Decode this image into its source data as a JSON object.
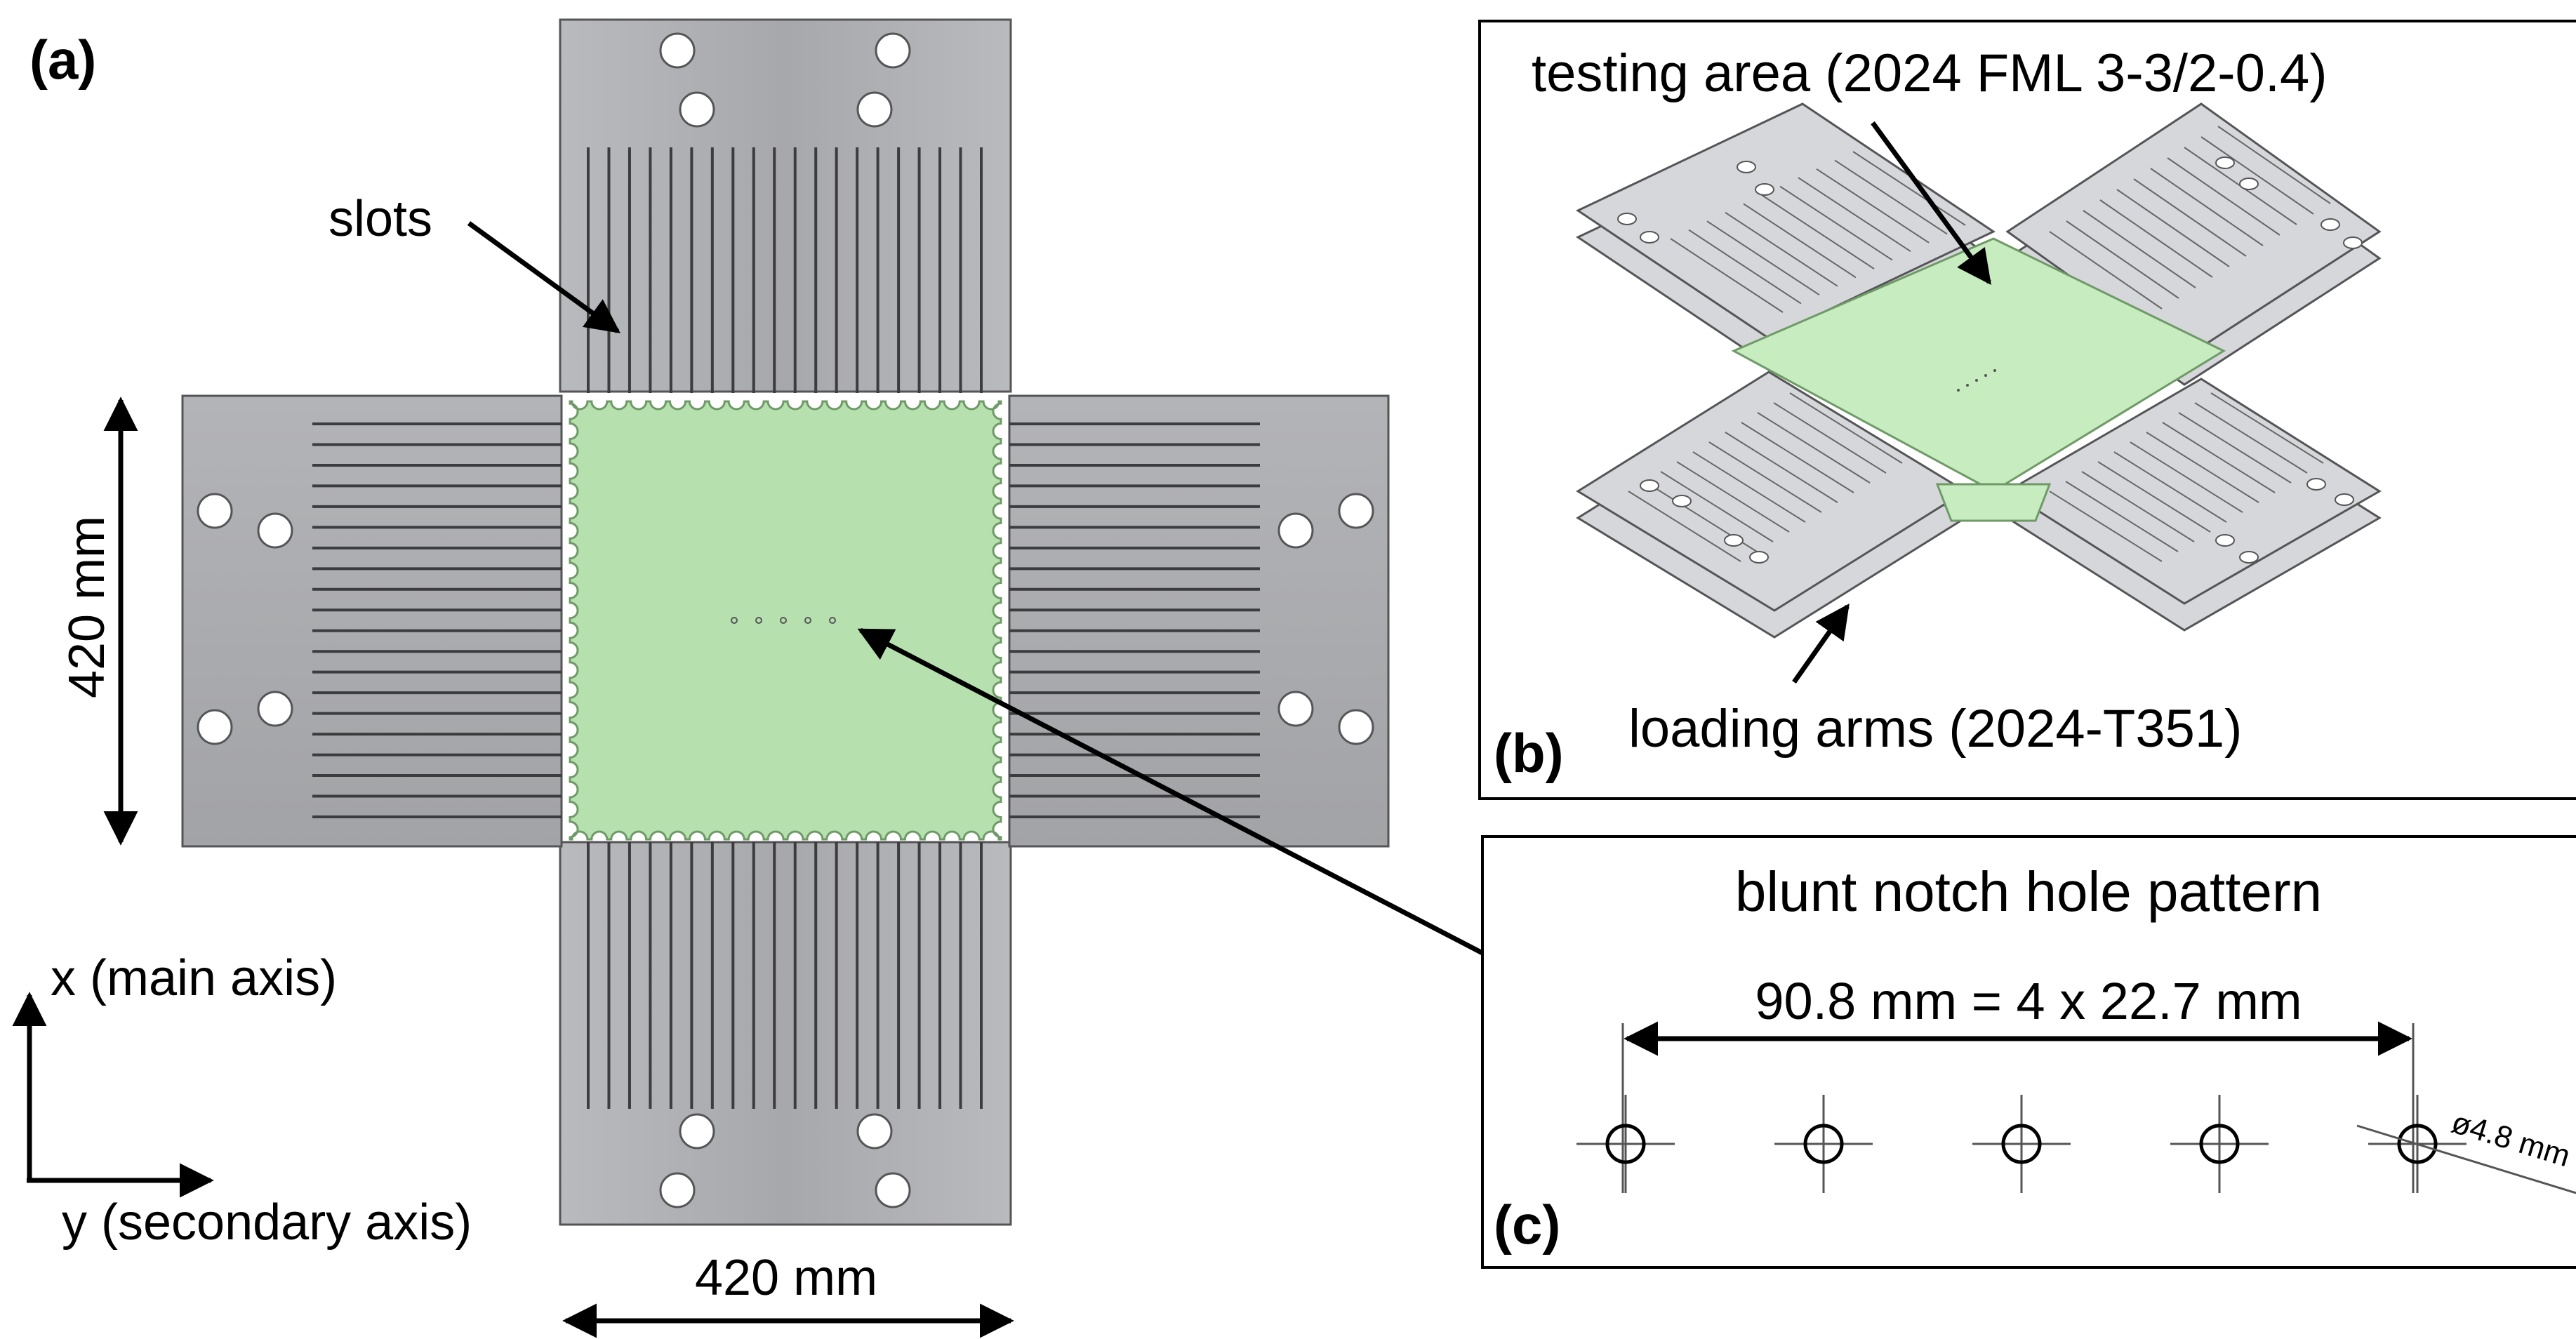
{
  "panel_a": {
    "label": "(a)",
    "slots_label": "slots",
    "height_dim": "420 mm",
    "width_dim": "420 mm",
    "x_axis_label": "x (main axis)",
    "y_axis_label": "y (secondary axis)"
  },
  "panel_b": {
    "label": "(b)",
    "testing_area_label": "testing area (2024 FML 3-3/2-0.4)",
    "loading_arms_label": "loading arms (2024-T351)"
  },
  "panel_c": {
    "label": "(c)",
    "title": "blunt notch hole pattern",
    "spacing_dim": "90.8 mm = 4 x 22.7 mm",
    "hole_dim": "ø4.8 mm"
  },
  "colors": {
    "arm_fill": "#a9aaad",
    "arm_light": "#d2d3d6",
    "arm_stroke": "#555558",
    "testing_area": "#b6e0ae",
    "testing_area_stroke": "#6f9a68",
    "slot": "#3c3c3e"
  },
  "icons": [
    "arrow-icon",
    "dimension-arrow-icon",
    "hole-icon"
  ]
}
